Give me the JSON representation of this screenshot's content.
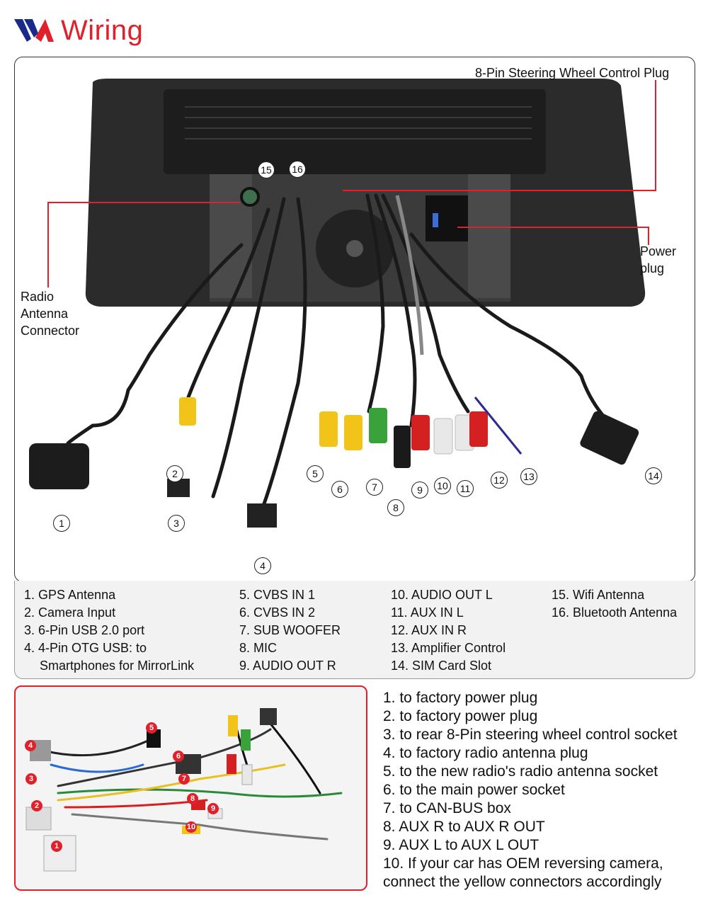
{
  "header": {
    "title": "Wiring"
  },
  "callouts": {
    "steering_plug": "8-Pin Steering Wheel Control Plug",
    "power_plug": [
      "Power",
      "plug"
    ],
    "radio_antenna": [
      "Radio",
      "Antenna",
      "Connector"
    ]
  },
  "unit_numbers": [
    "1",
    "2",
    "3",
    "4",
    "5",
    "6",
    "7",
    "8",
    "9",
    "10",
    "11",
    "12",
    "13",
    "14",
    "15",
    "16"
  ],
  "legend": {
    "col1": [
      "1. GPS Antenna",
      "2. Camera Input",
      "3. 6-Pin USB 2.0 port",
      "4. 4-Pin OTG USB: to",
      "Smartphones for MirrorLink"
    ],
    "col2": [
      "5. CVBS IN 1",
      "6. CVBS IN 2",
      "7. SUB WOOFER",
      "8. MIC",
      "9. AUDIO OUT R"
    ],
    "col3": [
      "10. AUDIO OUT L",
      "11. AUX IN L",
      "12. AUX IN R",
      "13. Amplifier Control",
      "14. SIM Card Slot"
    ],
    "col4": [
      "15. Wifi Antenna",
      "16. Bluetooth Antenna"
    ]
  },
  "harness_badges": [
    "1",
    "2",
    "3",
    "4",
    "5",
    "6",
    "7",
    "8",
    "9",
    "10"
  ],
  "notes": [
    "1. to factory power plug",
    "2. to factory power plug",
    "3. to rear 8-Pin steering wheel control socket",
    "4. to factory radio antenna plug",
    "5. to the new radio's radio antenna socket",
    "6. to the main power socket",
    "7. to CAN-BUS box",
    "8. AUX R to AUX R OUT",
    "9. AUX L to AUX L OUT",
    "10. If your car has OEM reversing camera,",
    "connect the yellow connectors accordingly"
  ],
  "colors": {
    "accent": "#e0202a",
    "logo_blue": "#1a2a8c",
    "unit_body": "#2a2a2a"
  }
}
